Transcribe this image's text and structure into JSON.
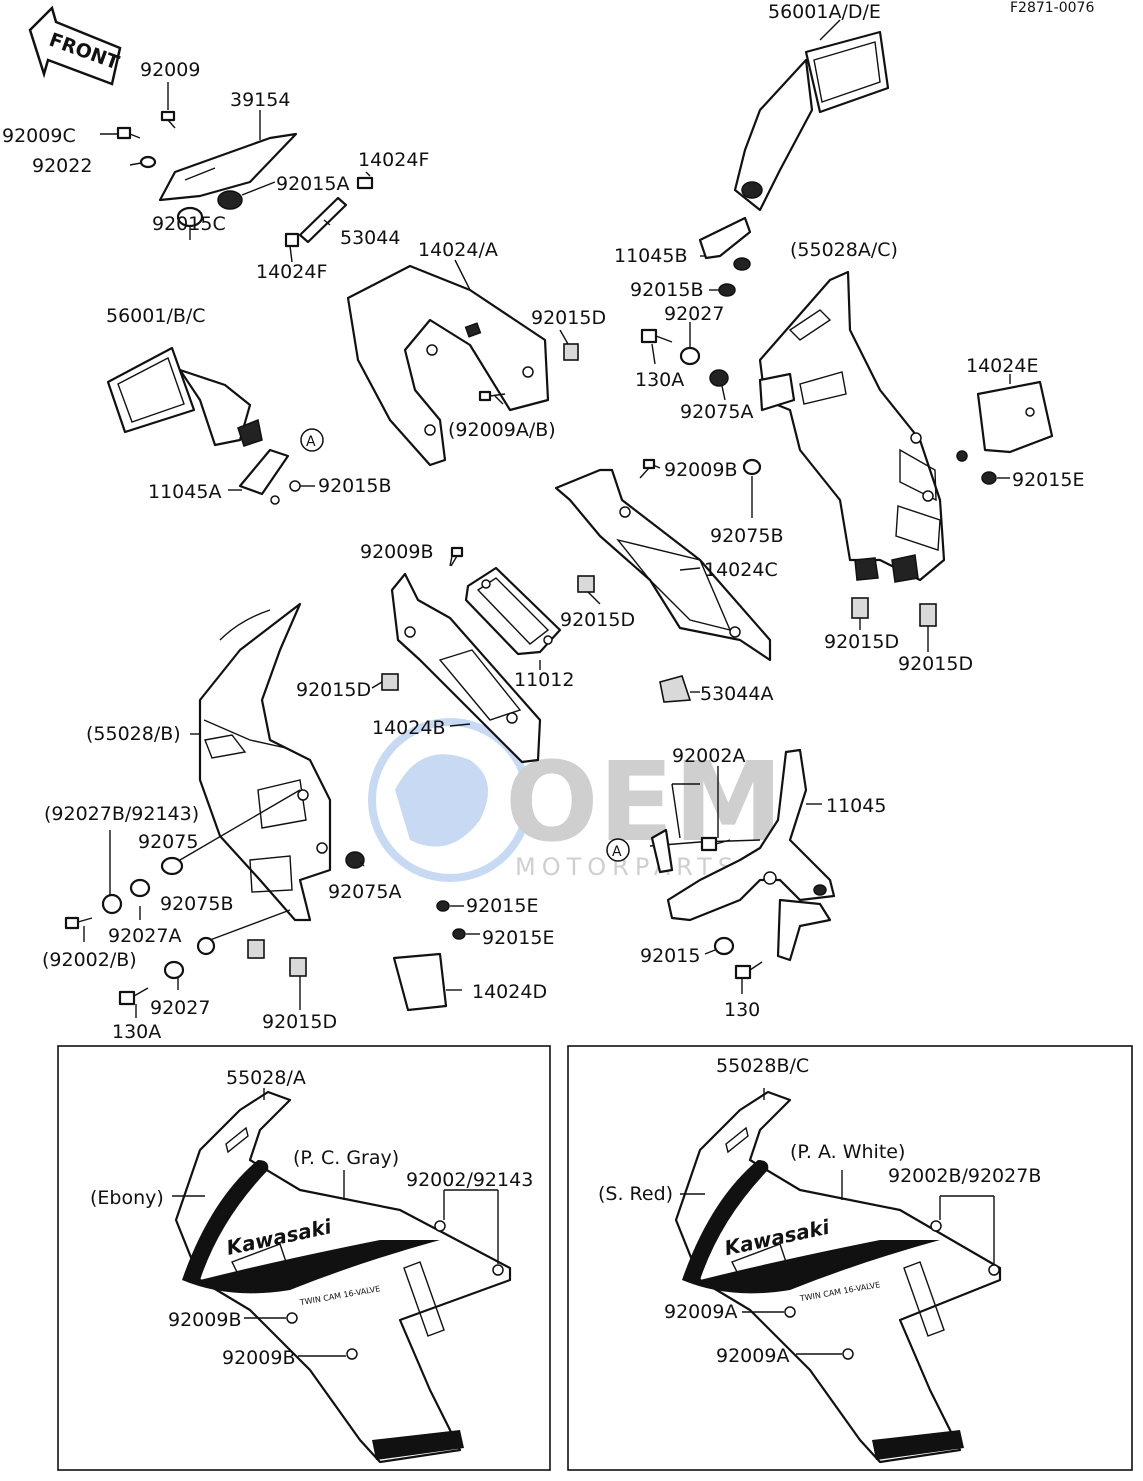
{
  "figure_code": "F2871-0076",
  "front_label": "FRONT",
  "watermark": {
    "text_large": "OEM",
    "text_small": "MOTORPARTS"
  },
  "labels": {
    "mirror_right": "56001A/D/E",
    "mirror_left": "56001/B/C",
    "p92009": "92009",
    "p39154": "39154",
    "p92009C": "92009C",
    "p92022": "92022",
    "p92015A": "92015A",
    "p14024F_top": "14024F",
    "p53044": "53044",
    "p92015C": "92015C",
    "p14024F_bottom": "14024F",
    "p14024_A": "14024/A",
    "p92015D_1": "92015D",
    "p92009A_B": "(92009A/B)",
    "p11045B": "11045B",
    "p55028A_C": "(55028A/C)",
    "p92015B_1": "92015B",
    "p92027_1": "92027",
    "p130A_1": "130A",
    "p92075A_1": "92075A",
    "p14024E": "14024E",
    "p92015E_1": "92015E",
    "circle_A_1": "A",
    "p11045A": "11045A",
    "p92015B_2": "92015B",
    "p92009B_1": "92009B",
    "p92075B_1": "92075B",
    "p14024C": "14024C",
    "p92009B_2": "92009B",
    "p92015D_2": "92015D",
    "p92015D_3": "92015D",
    "p92015D_4": "92015D",
    "p11012": "11012",
    "p53044A": "53044A",
    "p92015D_5": "92015D",
    "p14024B": "14024B",
    "p55028_B": "(55028/B)",
    "p92002A": "92002A",
    "p11045": "11045",
    "p92027B_92143": "(92027B/92143)",
    "p92075": "92075",
    "circle_A_2": "A",
    "p92075A_2": "92075A",
    "p92075B_2": "92075B",
    "p92015E_2": "92015E",
    "p92027A": "92027A",
    "p92015E_3": "92015E",
    "p92002_B": "(92002/B)",
    "p92015": "92015",
    "p92027_2": "92027",
    "p14024D": "14024D",
    "p130A_2": "130A",
    "p92015D_6": "92015D",
    "p130": "130"
  },
  "panel_left": {
    "part": "55028/A",
    "color_top": "(P. C. Gray)",
    "color_side": "(Ebony)",
    "screws": "92002/92143",
    "bolt_1": "92009B",
    "bolt_2": "92009B",
    "brand": "Kawasaki",
    "subtext": "TWIN CAM 16-VALVE"
  },
  "panel_right": {
    "part": "55028B/C",
    "color_top": "(P. A. White)",
    "color_side": "(S. Red)",
    "screws": "92002B/92027B",
    "bolt_1": "92009A",
    "bolt_2": "92009A",
    "brand": "Kawasaki",
    "subtext": "TWIN CAM 16-VALVE"
  }
}
